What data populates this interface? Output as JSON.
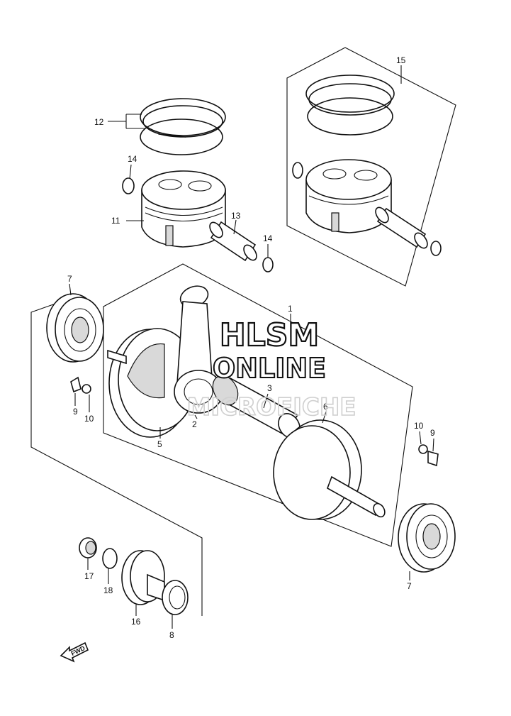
{
  "callouts": {
    "c1": "1",
    "c2": "2",
    "c3": "3",
    "c5": "5",
    "c6": "6",
    "c7a": "7",
    "c7b": "7",
    "c8": "8",
    "c9a": "9",
    "c9b": "9",
    "c10a": "10",
    "c10b": "10",
    "c11": "11",
    "c12": "12",
    "c13": "13",
    "c14a": "14",
    "c14b": "14",
    "c15": "15",
    "c16": "16",
    "c17": "17",
    "c18": "18"
  },
  "watermark": {
    "line1": "HLSM",
    "line2": "ONLINE",
    "line3": "MICROFICHE"
  },
  "fwd_label": "FWD"
}
